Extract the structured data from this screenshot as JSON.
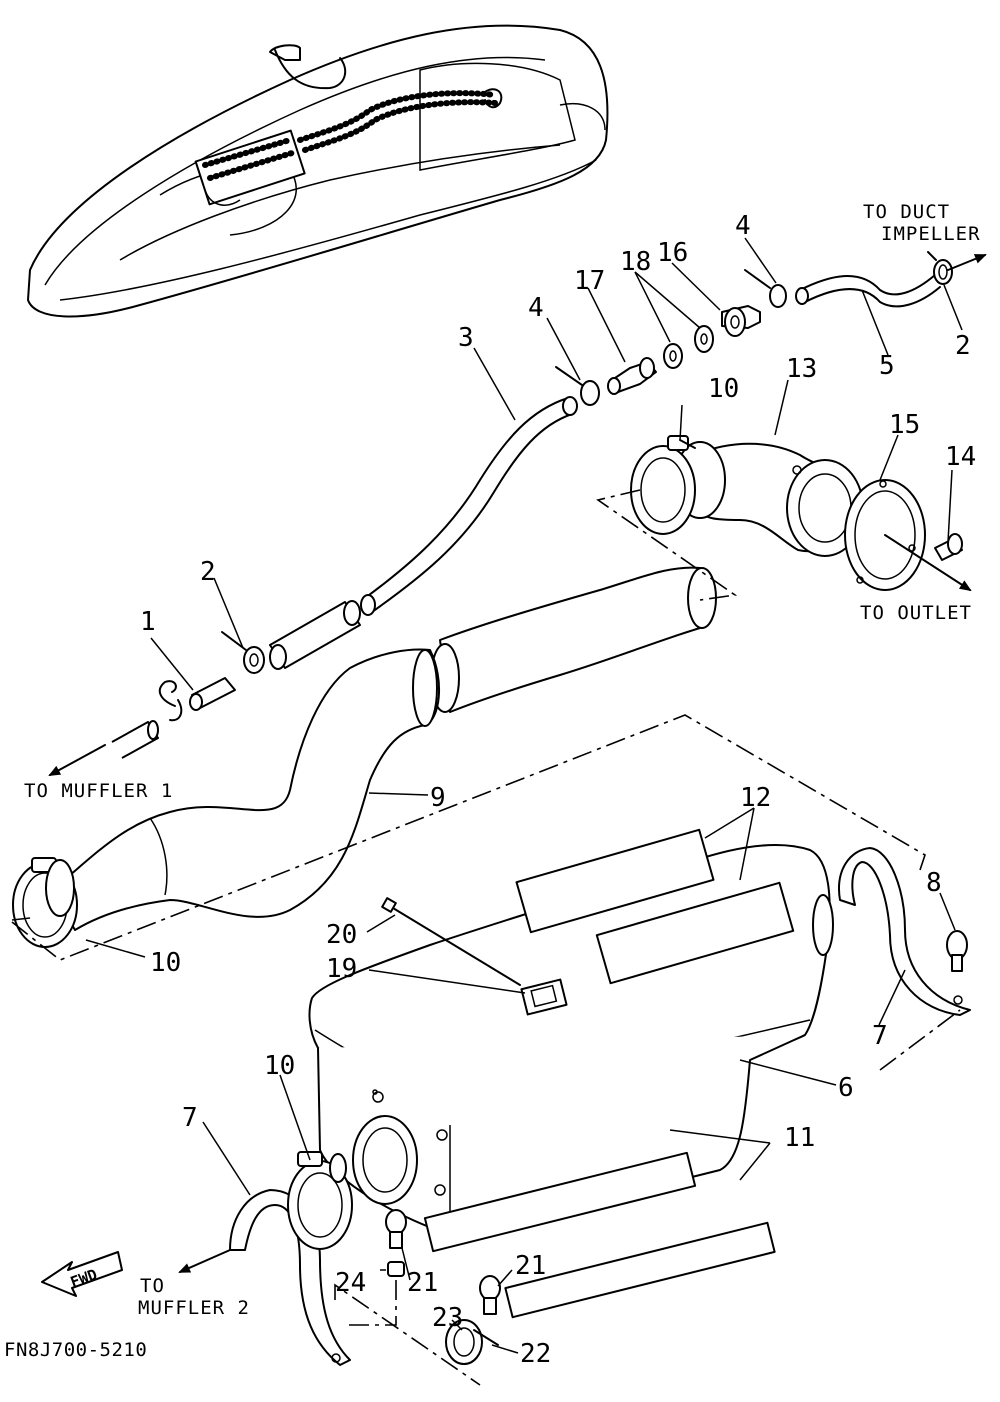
{
  "diagram": {
    "labels": {
      "to_duct_impeller_line1": "TO DUCT",
      "to_duct_impeller_line2": "IMPELLER",
      "to_outlet": "TO OUTLET",
      "to_muffler_1": "TO MUFFLER 1",
      "to_muffler_2_line1": "TO",
      "to_muffler_2_line2": "MUFFLER 2",
      "fwd": "FWD",
      "drawing_code": "FN8J700-5210"
    },
    "callouts": {
      "c1": "1",
      "c2a": "2",
      "c2b": "2",
      "c3": "3",
      "c4a": "4",
      "c4b": "4",
      "c5": "5",
      "c6": "6",
      "c7a": "7",
      "c7b": "7",
      "c8": "8",
      "c9": "9",
      "c10a": "10",
      "c10b": "10",
      "c10c": "10",
      "c11": "11",
      "c12": "12",
      "c13": "13",
      "c14": "14",
      "c15": "15",
      "c16": "16",
      "c17": "17",
      "c18": "18",
      "c19": "19",
      "c20": "20",
      "c21a": "21",
      "c21b": "21",
      "c22": "22",
      "c23": "23",
      "c24": "24"
    }
  }
}
